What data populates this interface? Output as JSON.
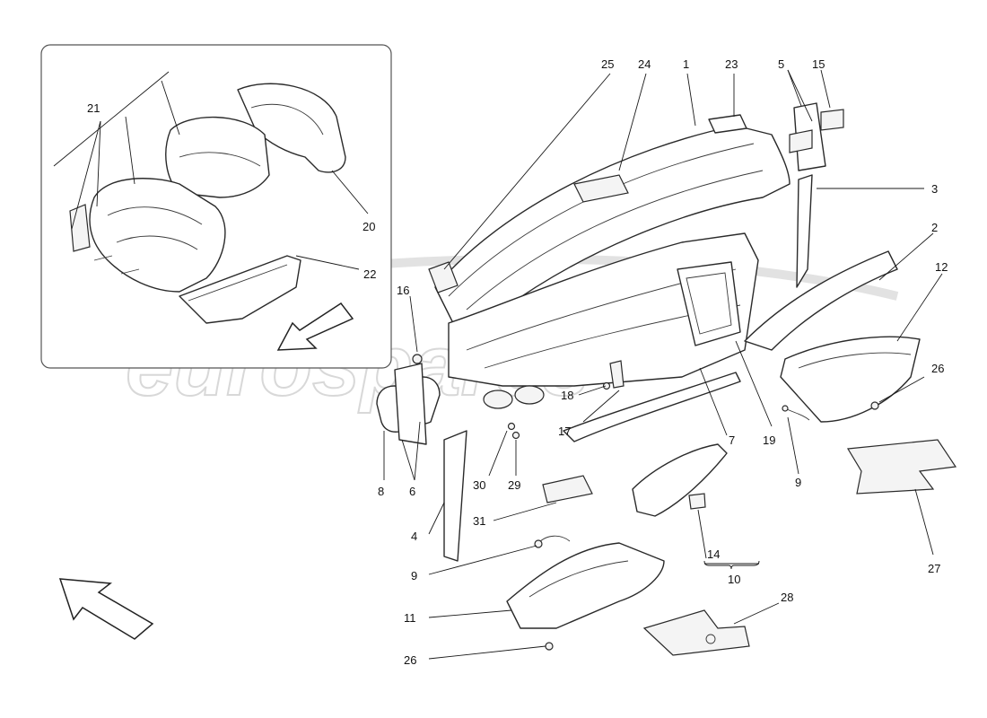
{
  "watermark": {
    "text": "eurospares"
  },
  "callouts": [
    {
      "id": "c21",
      "label": "21"
    },
    {
      "id": "c20",
      "label": "20"
    },
    {
      "id": "c22",
      "label": "22"
    },
    {
      "id": "c25",
      "label": "25"
    },
    {
      "id": "c24",
      "label": "24"
    },
    {
      "id": "c1",
      "label": "1"
    },
    {
      "id": "c23",
      "label": "23"
    },
    {
      "id": "c5",
      "label": "5"
    },
    {
      "id": "c15",
      "label": "15"
    },
    {
      "id": "c3",
      "label": "3"
    },
    {
      "id": "c2",
      "label": "2"
    },
    {
      "id": "c12",
      "label": "12"
    },
    {
      "id": "c16",
      "label": "16"
    },
    {
      "id": "c26a",
      "label": "26"
    },
    {
      "id": "c18",
      "label": "18"
    },
    {
      "id": "c17",
      "label": "17"
    },
    {
      "id": "c7",
      "label": "7"
    },
    {
      "id": "c19",
      "label": "19"
    },
    {
      "id": "c9a",
      "label": "9"
    },
    {
      "id": "c8",
      "label": "8"
    },
    {
      "id": "c6",
      "label": "6"
    },
    {
      "id": "c30",
      "label": "30"
    },
    {
      "id": "c29",
      "label": "29"
    },
    {
      "id": "c4",
      "label": "4"
    },
    {
      "id": "c31",
      "label": "31"
    },
    {
      "id": "c9b",
      "label": "9"
    },
    {
      "id": "c14",
      "label": "14"
    },
    {
      "id": "c10",
      "label": "10"
    },
    {
      "id": "c27",
      "label": "27"
    },
    {
      "id": "c28",
      "label": "28"
    },
    {
      "id": "c11",
      "label": "11"
    },
    {
      "id": "c26b",
      "label": "26"
    }
  ],
  "icons": [
    "direction-arrow-icon",
    "inset-direction-arrow-icon"
  ]
}
